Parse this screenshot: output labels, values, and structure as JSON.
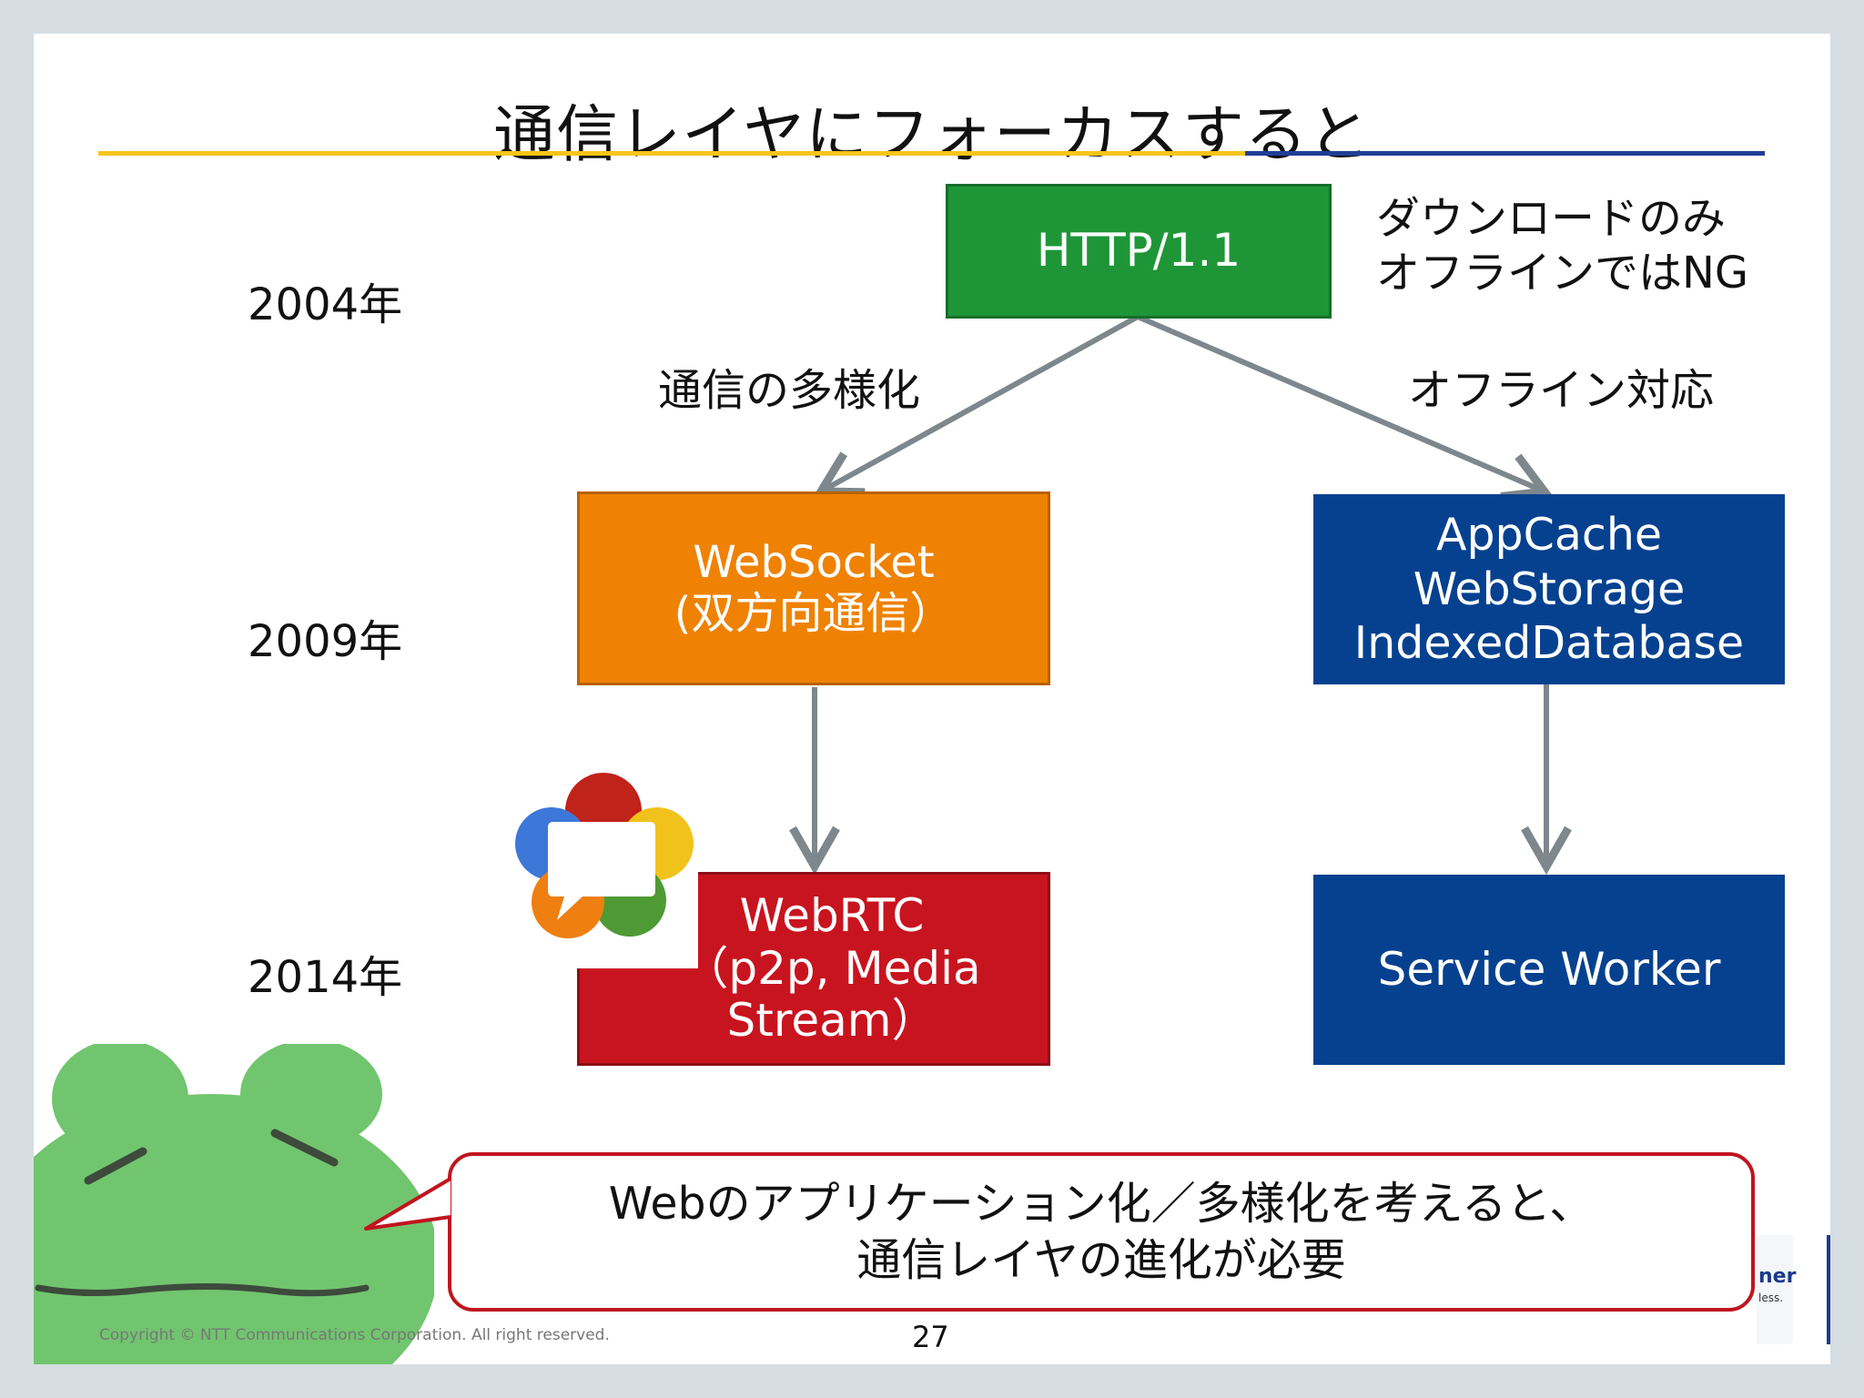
{
  "title": "通信レイヤにフォーカスすると",
  "colors": {
    "rule_yellow": "#f5c518",
    "rule_blue": "#1f3f95",
    "http_green": "#1e9638",
    "websocket_orange": "#ef8203",
    "webrtc_red": "#c8141f",
    "offline_blue": "#06418f",
    "arrow_gray": "#7d878c"
  },
  "years": [
    "2004年",
    "2009年",
    "2014年"
  ],
  "boxes": {
    "http": {
      "lines": [
        "HTTP/1.1"
      ]
    },
    "websocket": {
      "lines": [
        "WebSocket",
        "(双方向通信）"
      ]
    },
    "appcache": {
      "lines": [
        "AppCache",
        "WebStorage",
        "IndexedDatabase"
      ]
    },
    "webrtc": {
      "lines": [
        "WebRTC",
        "（p2p, Media",
        "Stream）"
      ]
    },
    "serviceworker": {
      "lines": [
        "Service Worker"
      ]
    }
  },
  "notes": {
    "http_note": [
      "ダウンロードのみ",
      "オフラインではNG"
    ],
    "left_branch": "通信の多様化",
    "right_branch": "オフライン対応"
  },
  "logo_icon": "webrtc-logo-icon",
  "character_icon": "frog-character-icon",
  "bubble": {
    "lines": [
      "Webのアプリケーション化／多様化を考えると、",
      "通信レイヤの進化が必要"
    ]
  },
  "partner_label": {
    "line1": "ner",
    "line2": "less."
  },
  "footer": {
    "copyright": "Copyright © NTT Communications Corporation. All right reserved.",
    "page": "27"
  }
}
